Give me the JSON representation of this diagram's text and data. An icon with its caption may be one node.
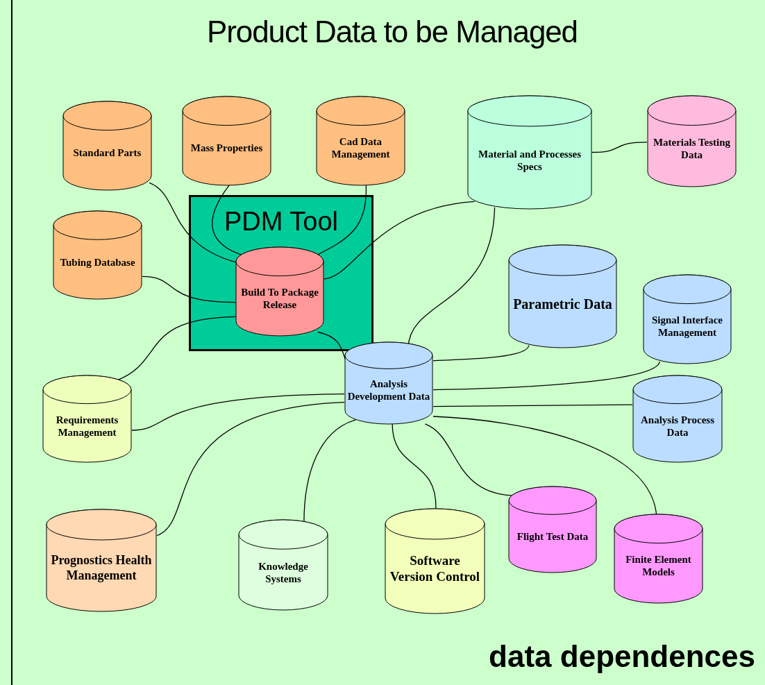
{
  "diagram": {
    "title": "Product Data to be Managed",
    "nodes": [
      {
        "text": [
          "PDM Tool"
        ]
      },
      {
        "text": [
          "Standard Parts"
        ]
      },
      {
        "text": [
          "Mass Properties"
        ]
      },
      {
        "text": [
          "Cad Data Management"
        ]
      },
      {
        "text": [
          "Material and Processes Specs"
        ]
      },
      {
        "text": [
          "Materials Testing Data"
        ]
      },
      {
        "text": [
          "Tubing Database"
        ]
      },
      {
        "text": [
          "Build To Package Release"
        ],
        "in": 0
      },
      {
        "text": [
          "Parametric Data"
        ]
      },
      {
        "text": [
          "Signal Interface Management"
        ]
      },
      {
        "text": [
          "Requirements Management"
        ]
      },
      {
        "text": [
          "Analysis Development Data"
        ]
      },
      {
        "text": [
          "Analysis Process Data"
        ]
      },
      {
        "text": [
          "Prognostics Health Management"
        ]
      },
      {
        "text": [
          "Knowledge Systems"
        ]
      },
      {
        "text": [
          "Software Version Control"
        ]
      },
      {
        "text": [
          "Flight Test Data"
        ]
      },
      {
        "text": [
          "Finite Element Models"
        ]
      }
    ],
    "edges": [
      {
        "from": 1,
        "to": 7,
        "arrow": "none"
      },
      {
        "from": 2,
        "to": 7,
        "arrow": "none"
      },
      {
        "from": 3,
        "to": 7,
        "arrow": "none"
      },
      {
        "from": 4,
        "to": 7,
        "arrow": "none"
      },
      {
        "from": 4,
        "to": 5,
        "arrow": "none"
      },
      {
        "from": 6,
        "to": 7,
        "arrow": "none"
      },
      {
        "from": 7,
        "to": 10,
        "arrow": "none"
      },
      {
        "from": 7,
        "to": 11,
        "arrow": "none"
      },
      {
        "from": 4,
        "to": 11,
        "arrow": "none"
      },
      {
        "from": 8,
        "to": 11,
        "arrow": "none"
      },
      {
        "from": 9,
        "to": 11,
        "arrow": "none"
      },
      {
        "from": 10,
        "to": 11,
        "arrow": "none"
      },
      {
        "from": 12,
        "to": 11,
        "arrow": "none"
      },
      {
        "from": 13,
        "to": 11,
        "arrow": "none"
      },
      {
        "from": 14,
        "to": 11,
        "arrow": "none"
      },
      {
        "from": 15,
        "to": 11,
        "arrow": "none"
      },
      {
        "from": 16,
        "to": 11,
        "arrow": "none"
      },
      {
        "from": 17,
        "to": 11,
        "arrow": "none"
      }
    ],
    "labels": [
      "data dependences"
    ]
  }
}
